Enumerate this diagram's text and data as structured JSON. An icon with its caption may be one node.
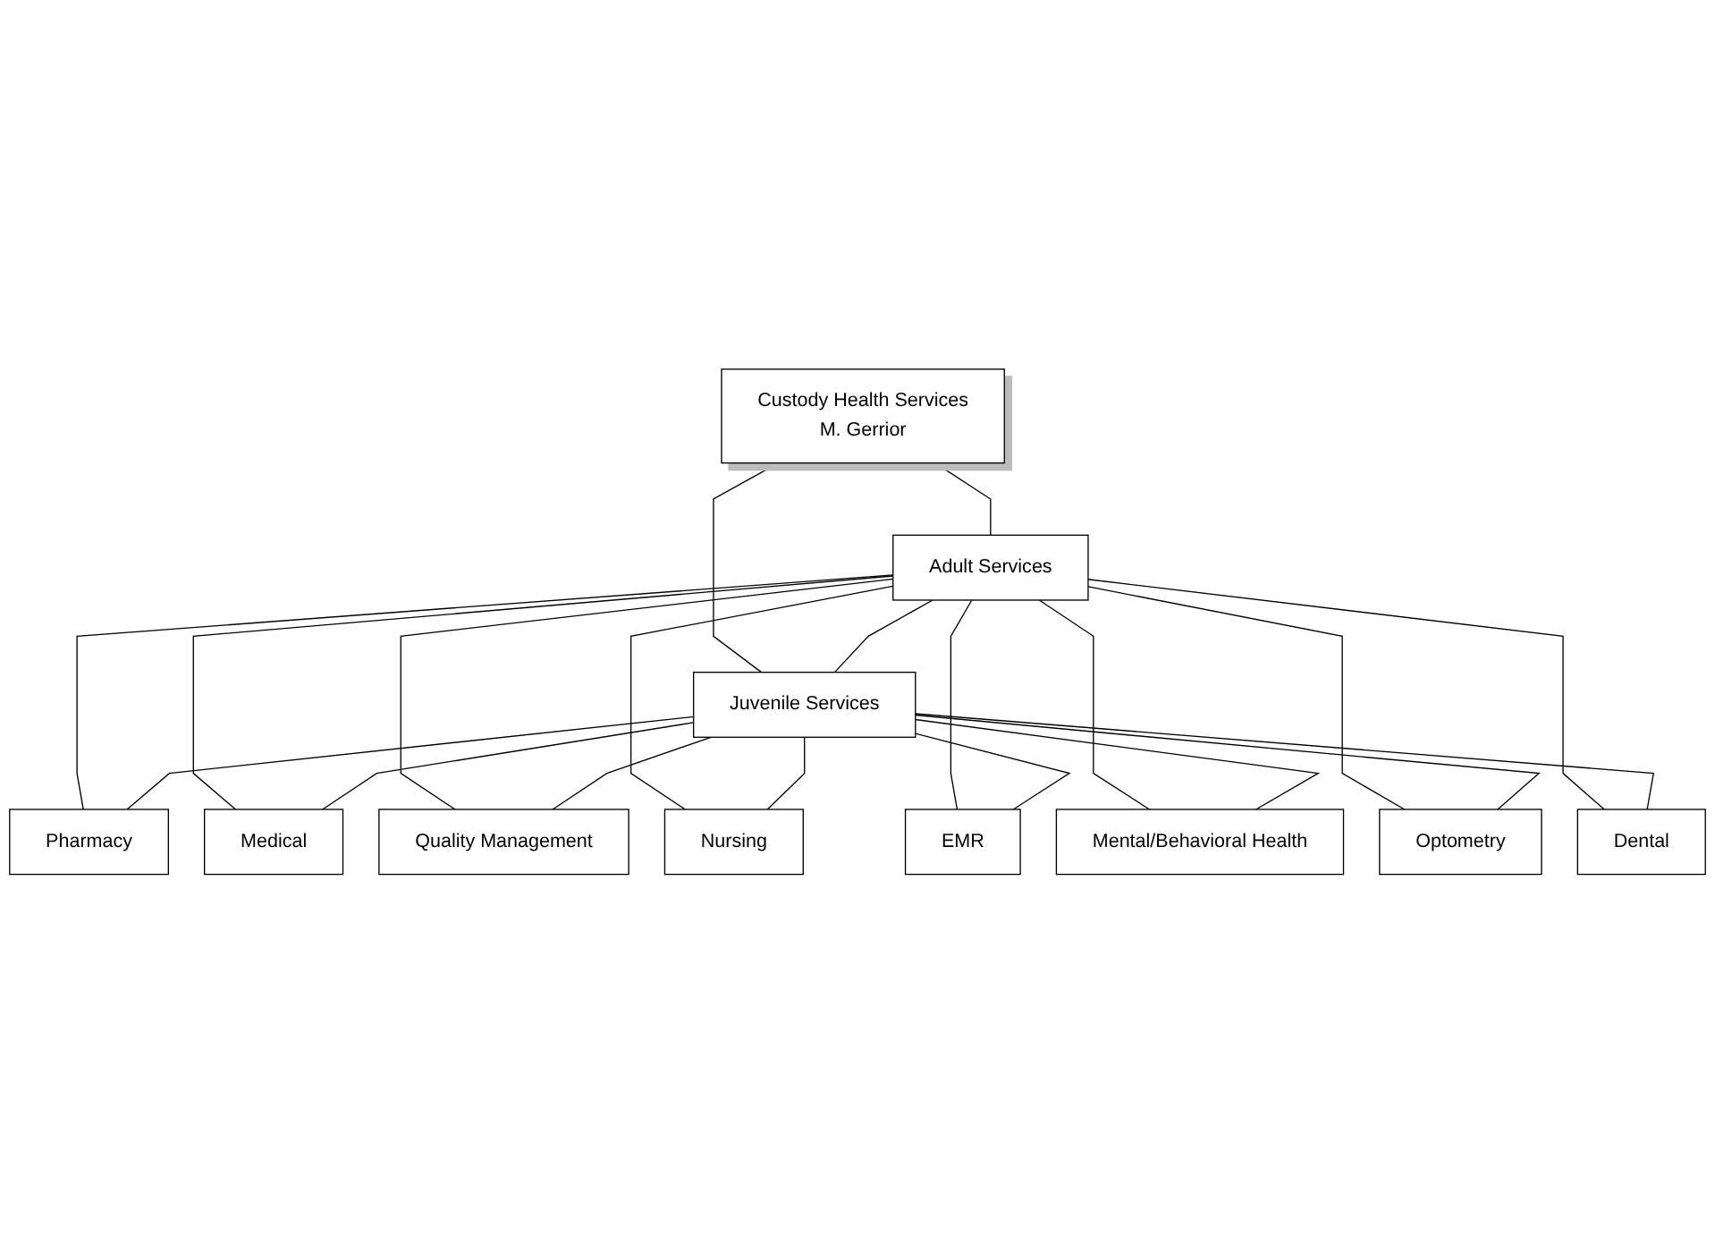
{
  "diagram": {
    "nodes": [
      {
        "text": [
          "Custody Health Services",
          "M. Gerrior"
        ]
      },
      {
        "text": [
          "Adult Services"
        ]
      },
      {
        "text": [
          "Juvenile Services"
        ]
      },
      {
        "text": [
          "Pharmacy"
        ]
      },
      {
        "text": [
          "Medical"
        ]
      },
      {
        "text": [
          "Quality Management"
        ]
      },
      {
        "text": [
          "Nursing"
        ]
      },
      {
        "text": [
          "EMR"
        ]
      },
      {
        "text": [
          "Mental/Behavioral Health"
        ]
      },
      {
        "text": [
          "Optometry"
        ]
      },
      {
        "text": [
          "Dental"
        ]
      }
    ],
    "edges": [
      {
        "from": 0,
        "to": 1,
        "arrow": "none"
      },
      {
        "from": 0,
        "to": 2,
        "arrow": "none"
      },
      {
        "from": 1,
        "to": 2,
        "arrow": "none"
      },
      {
        "from": 1,
        "to": 3,
        "arrow": "none"
      },
      {
        "from": 1,
        "to": 4,
        "arrow": "none"
      },
      {
        "from": 1,
        "to": 5,
        "arrow": "none"
      },
      {
        "from": 1,
        "to": 6,
        "arrow": "none"
      },
      {
        "from": 1,
        "to": 7,
        "arrow": "none"
      },
      {
        "from": 1,
        "to": 8,
        "arrow": "none"
      },
      {
        "from": 1,
        "to": 9,
        "arrow": "none"
      },
      {
        "from": 1,
        "to": 10,
        "arrow": "none"
      },
      {
        "from": 2,
        "to": 3,
        "arrow": "none"
      },
      {
        "from": 2,
        "to": 4,
        "arrow": "none"
      },
      {
        "from": 2,
        "to": 5,
        "arrow": "none"
      },
      {
        "from": 2,
        "to": 6,
        "arrow": "none"
      },
      {
        "from": 2,
        "to": 7,
        "arrow": "none"
      },
      {
        "from": 2,
        "to": 8,
        "arrow": "none"
      },
      {
        "from": 2,
        "to": 9,
        "arrow": "none"
      },
      {
        "from": 2,
        "to": 10,
        "arrow": "none"
      }
    ]
  }
}
